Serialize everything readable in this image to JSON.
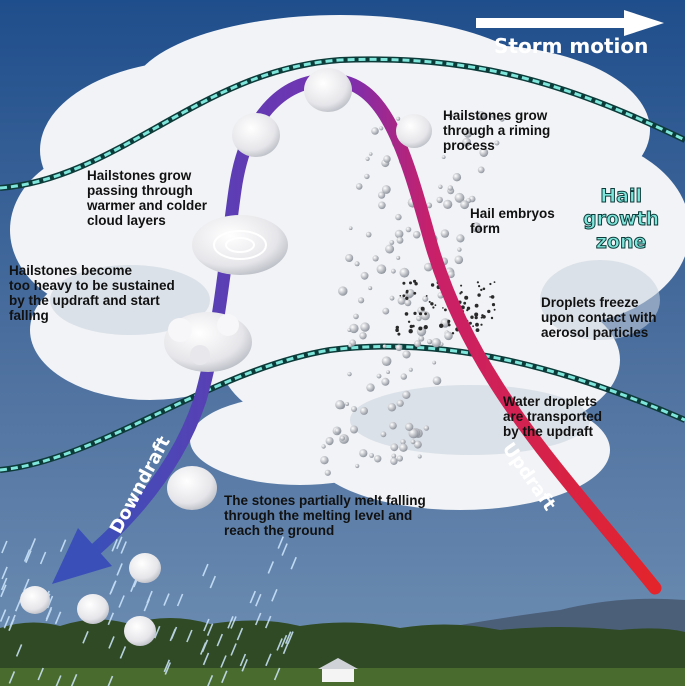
{
  "header": {
    "storm_motion": "Storm motion"
  },
  "zone": {
    "title": "Hail\ngrowth\nzone"
  },
  "arrows": {
    "downdraft": "Downdraft",
    "updraft": "Updraft"
  },
  "labels": {
    "riming": "Hailstones grow\nthrough a riming\nprocess",
    "layers": "Hailstones grow\npassing through\nwarmer and colder\ncloud layers",
    "embryos": "Hail embryos\nform",
    "heavy": "Hailstones become\ntoo heavy to be  sustained\nby the updraft and start\nfalling",
    "freeze": "Droplets freeze\nupon contact with\naerosol particles",
    "transport": "Water droplets\nare transported\nby the updraft",
    "melt": "The stones partially melt falling\nthrough the melting level and\nreach the ground"
  },
  "colors": {
    "sky": "#2f5a93",
    "cloud": "#f2f4f6",
    "updraft": "#e3242b",
    "downdraft": "#3b4fb8",
    "zone_boundary": "#7fe6dc",
    "ground": "#2f4a24"
  }
}
